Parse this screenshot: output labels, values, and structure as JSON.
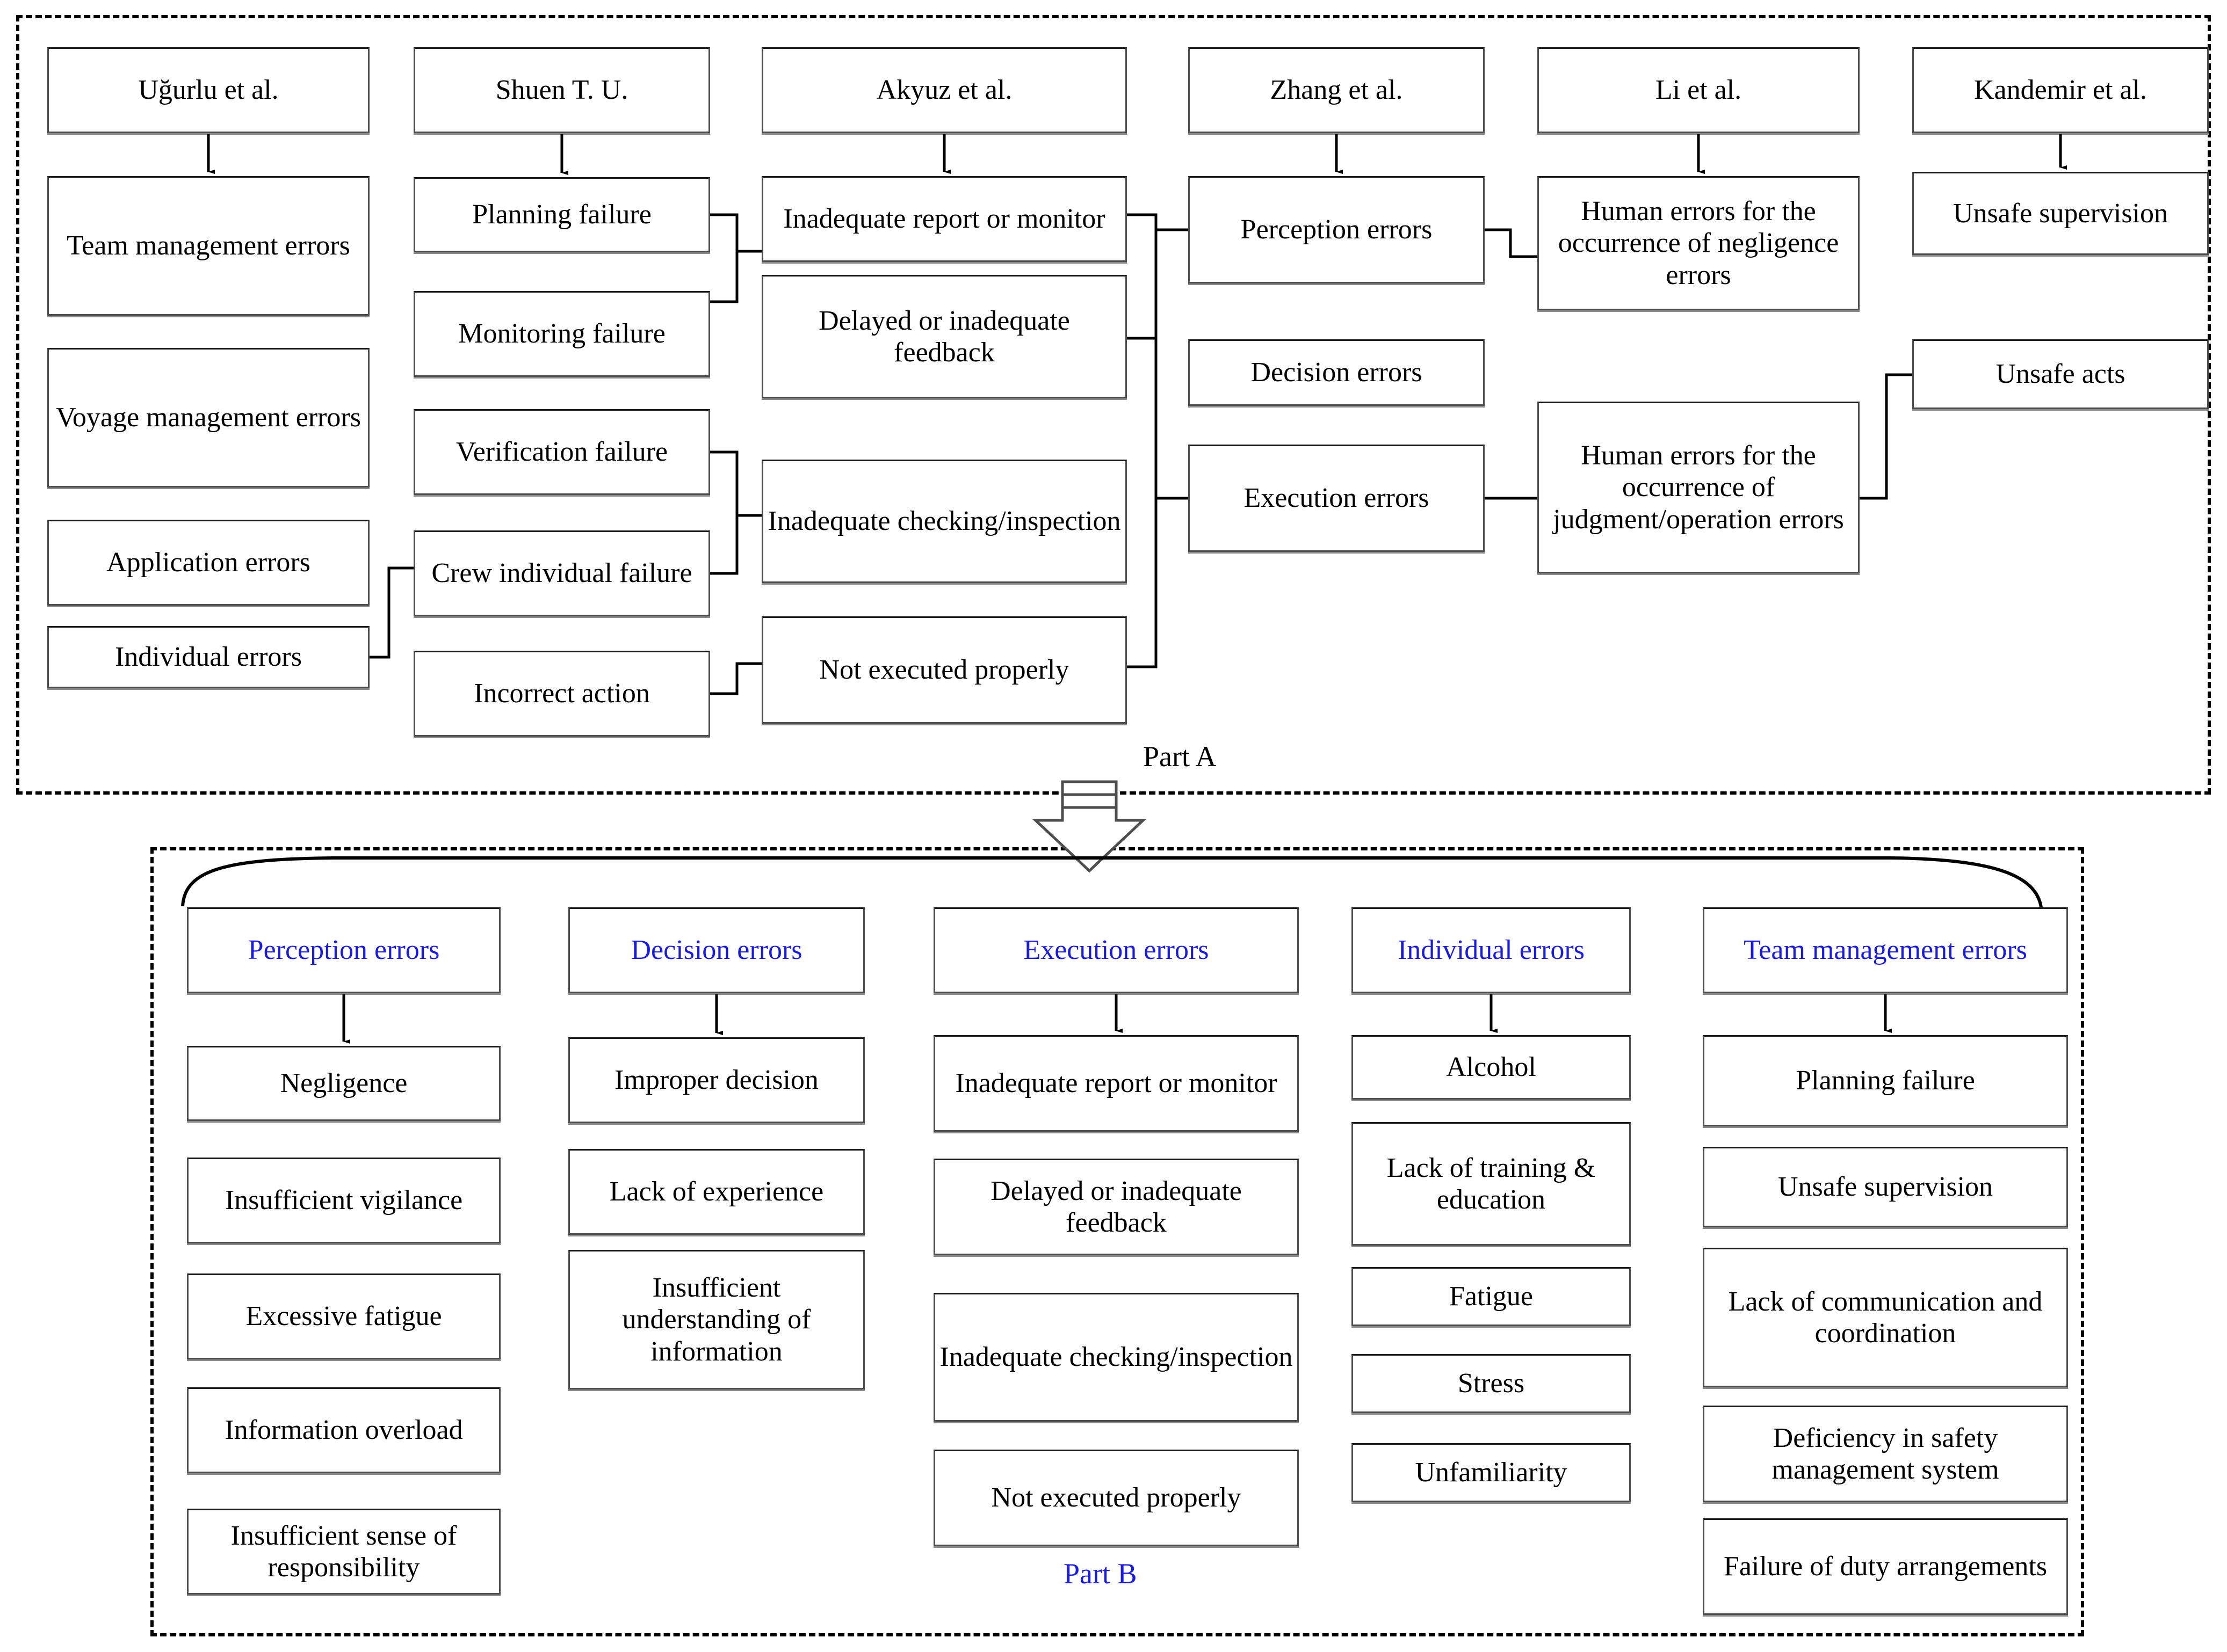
{
  "figure": {
    "part_a_label": "Part A",
    "part_b_label": "Part B"
  },
  "part_a": {
    "columns": [
      {
        "source": "Uğurlu et al.",
        "items": [
          "Team management errors",
          "Voyage management errors",
          "Application errors",
          "Individual errors"
        ]
      },
      {
        "source": "Shuen T. U.",
        "items": [
          "Planning failure",
          "Monitoring failure",
          "Verification failure",
          "Crew individual failure",
          "Incorrect action"
        ]
      },
      {
        "source": "Akyuz et al.",
        "items": [
          "Inadequate report or monitor",
          "Delayed or inadequate feedback",
          "Inadequate checking/inspection",
          "Not executed properly"
        ]
      },
      {
        "source": "Zhang et al.",
        "items": [
          "Perception errors",
          "Decision errors",
          "Execution errors"
        ]
      },
      {
        "source": "Li et al.",
        "items": [
          "Human errors for the occurrence of negligence errors",
          "Human errors for the occurrence of judgment/operation errors"
        ]
      },
      {
        "source": "Kandemir et al.",
        "items": [
          "Unsafe supervision",
          "Unsafe acts"
        ]
      }
    ]
  },
  "part_b": {
    "categories": [
      {
        "title": "Perception errors",
        "items": [
          "Negligence",
          "Insufficient vigilance",
          "Excessive fatigue",
          "Information overload",
          "Insufficient sense of responsibility"
        ]
      },
      {
        "title": "Decision errors",
        "items": [
          "Improper decision",
          "Lack of experience",
          "Insufficient understanding of information"
        ]
      },
      {
        "title": "Execution errors",
        "items": [
          "Inadequate report or monitor",
          "Delayed or inadequate feedback",
          "Inadequate checking/inspection",
          "Not executed properly"
        ]
      },
      {
        "title": "Individual errors",
        "items": [
          "Alcohol",
          "Lack of training & education",
          "Fatigue",
          "Stress",
          "Unfamiliarity"
        ]
      },
      {
        "title": "Team management errors",
        "items": [
          "Planning failure",
          "Unsafe supervision",
          "Lack of communication and coordination",
          "Deficiency in safety management system",
          "Failure of duty arrangements"
        ]
      }
    ]
  },
  "colors": {
    "accent_blue": "#1a1ae6",
    "box_border": "#4d4d4d",
    "region_border": "#000000"
  }
}
